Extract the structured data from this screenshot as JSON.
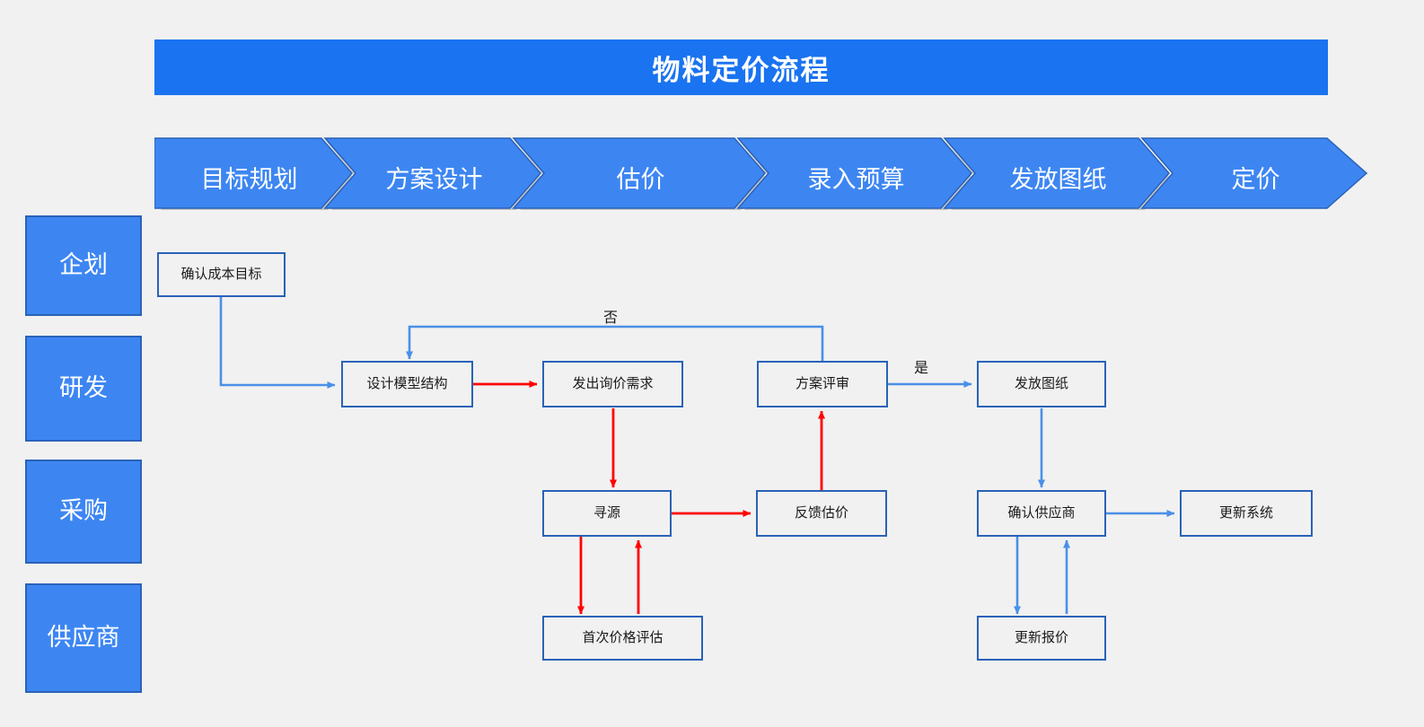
{
  "page": {
    "background_color": "#f1f1f1",
    "title": "物料定价流程"
  },
  "colors": {
    "title_banner_bg": "#1a73f0",
    "chevron_fill": "#3d86f2",
    "chevron_stroke": "#2a62b8",
    "lane_fill": "#3d86f2",
    "node_stroke": "#2a62b8",
    "node_fill": "#f1f1f1",
    "arrow_blue": "#4a90e8",
    "arrow_red": "#ff0000",
    "text_white": "#ffffff",
    "text_dark": "#1a1a1a"
  },
  "phases": [
    {
      "label": "目标规划"
    },
    {
      "label": "方案设计"
    },
    {
      "label": "估价"
    },
    {
      "label": "录入预算"
    },
    {
      "label": "发放图纸"
    },
    {
      "label": "定价"
    }
  ],
  "lanes": [
    {
      "label": "企划"
    },
    {
      "label": "研发"
    },
    {
      "label": "采购"
    },
    {
      "label": "供应商"
    }
  ],
  "nodes": [
    {
      "id": "cost-target",
      "label": "确认成本目标"
    },
    {
      "id": "design-model",
      "label": "设计模型结构"
    },
    {
      "id": "issue-inquiry",
      "label": "发出询价需求"
    },
    {
      "id": "scheme-review",
      "label": "方案评审"
    },
    {
      "id": "release-drawing",
      "label": "发放图纸"
    },
    {
      "id": "sourcing",
      "label": "寻源"
    },
    {
      "id": "feedback-quote",
      "label": "反馈估价"
    },
    {
      "id": "confirm-supplier",
      "label": "确认供应商"
    },
    {
      "id": "update-system",
      "label": "更新系统"
    },
    {
      "id": "first-price",
      "label": "首次价格评估"
    },
    {
      "id": "update-quote",
      "label": "更新报价"
    }
  ],
  "edge_labels": {
    "no": "否",
    "yes": "是"
  }
}
